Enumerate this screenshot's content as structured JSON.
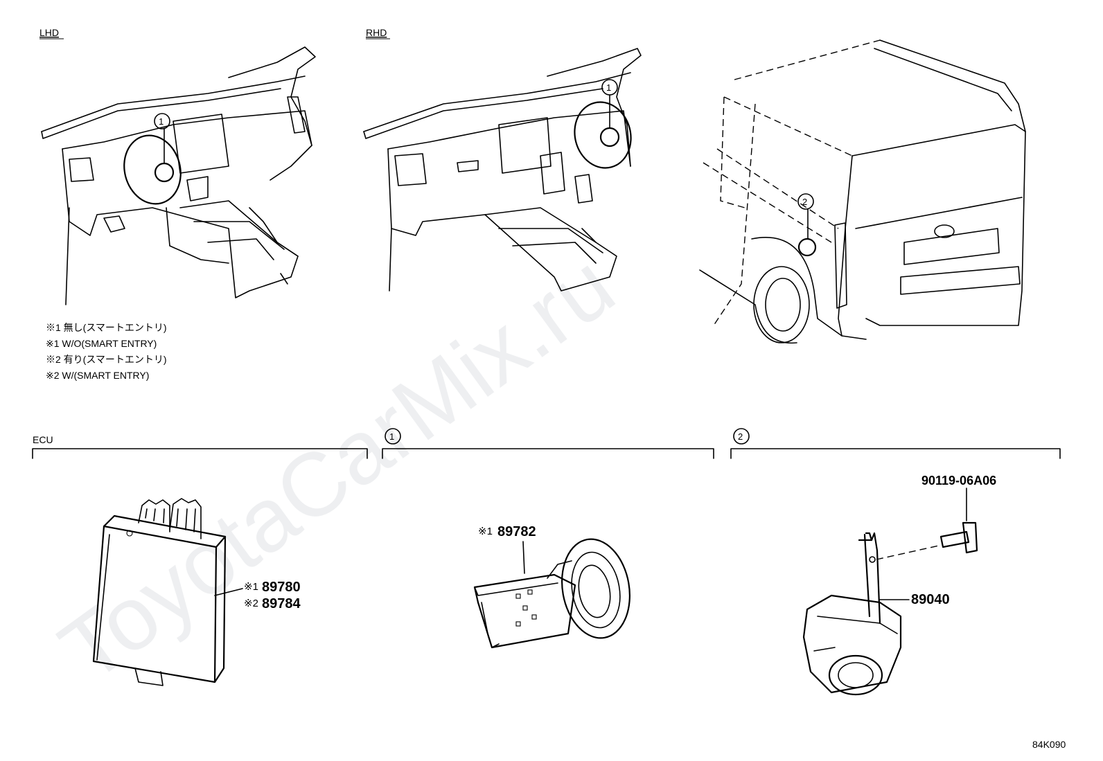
{
  "watermark": "ToyotaCarMix.ru",
  "views": {
    "lhd_label": "LHD",
    "rhd_label": "RHD",
    "callout_1": "1",
    "callout_2": "2"
  },
  "notes": [
    "※1 無し(スマートエントリ)",
    "※1 W/O(SMART ENTRY)",
    "※2 有り(スマートエントリ)",
    "※2 W/(SMART ENTRY)"
  ],
  "sections": {
    "ecu": {
      "title": "ECU",
      "parts": [
        {
          "mark": "※1",
          "number": "89780"
        },
        {
          "mark": "※2",
          "number": "89784"
        }
      ]
    },
    "section1": {
      "title": "1",
      "parts": [
        {
          "mark": "※1",
          "number": "89782"
        }
      ]
    },
    "section2": {
      "title": "2",
      "parts": [
        {
          "mark": "",
          "number": "90119-06A06"
        },
        {
          "mark": "",
          "number": "89040"
        }
      ]
    }
  },
  "diagram_code": "84K090"
}
